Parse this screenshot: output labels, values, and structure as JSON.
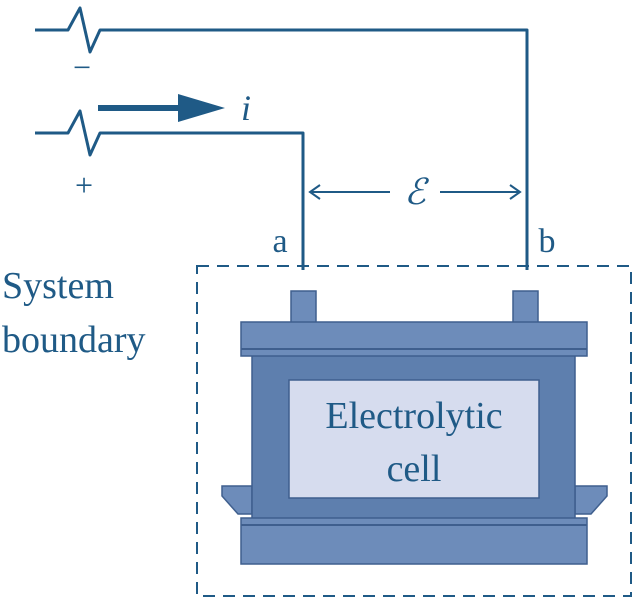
{
  "labels": {
    "current": "i",
    "emf": "ℰ",
    "terminal_a": "a",
    "terminal_b": "b",
    "minus": "−",
    "plus": "+",
    "boundary_line1": "System",
    "boundary_line2": "boundary",
    "cell_line1": "Electrolytic",
    "cell_line2": "cell"
  },
  "colors": {
    "line": "#1f5a86",
    "battery_body": "#5e7fae",
    "battery_dark": "#3f5f8e",
    "battery_label_bg": "#d6dcee",
    "terminal": "#6d8cba"
  }
}
